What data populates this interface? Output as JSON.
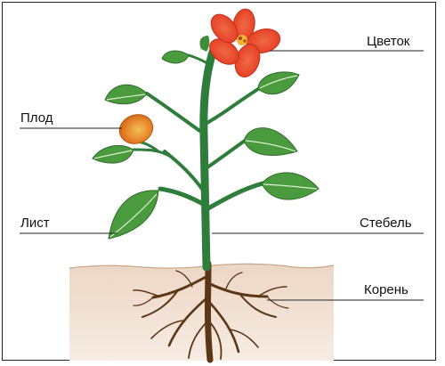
{
  "labels": {
    "flower": "Цветок",
    "fruit": "Плод",
    "leaf": "Лист",
    "stem": "Стебель",
    "root": "Корень"
  },
  "colors": {
    "stem": "#2e7d3a",
    "leaf": "#4a9b3e",
    "leaf_vein": "#d9efcf",
    "petal": "#ec4a2e",
    "fruit": "#e8862a",
    "root": "#5b3716",
    "soil": "#e9d3c2",
    "leader_line": "#222222"
  }
}
